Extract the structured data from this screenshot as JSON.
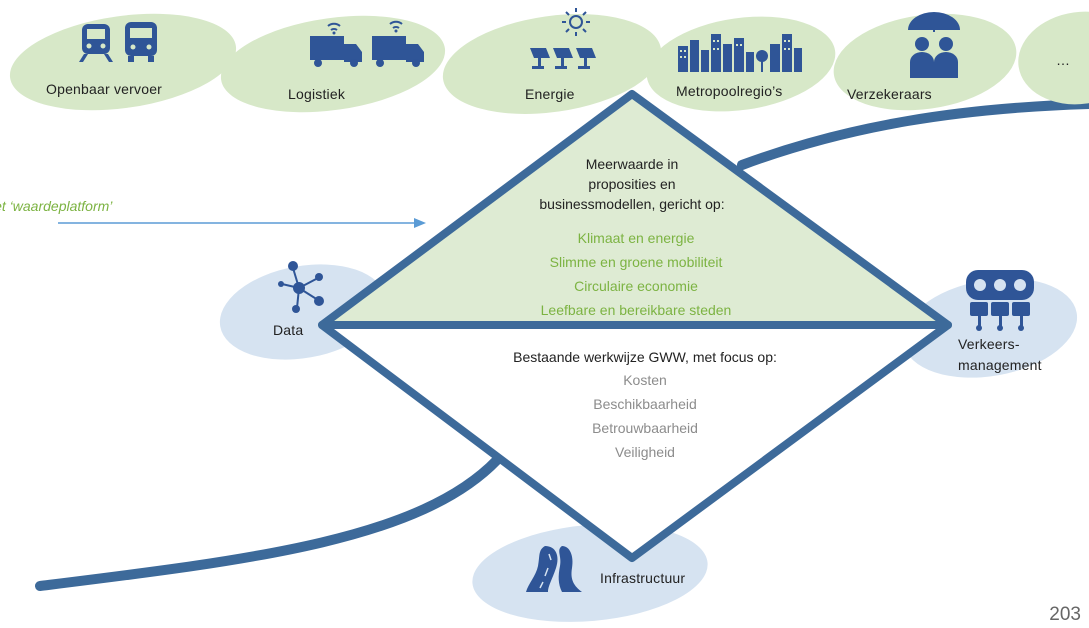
{
  "sectors": [
    {
      "label": "Openbaar  vervoer",
      "icon": "train-bus-icon"
    },
    {
      "label": "Logistiek",
      "icon": "connected-trucks-icon"
    },
    {
      "label": "Energie",
      "icon": "solar-panels-sun-icon"
    },
    {
      "label": "Metropoolregio’s",
      "icon": "city-skyline-icon"
    },
    {
      "label": "Verzekeraars",
      "icon": "umbrella-people-icon"
    },
    {
      "label": "…",
      "icon": ""
    }
  ],
  "value_platform_label": "Het  ‘waardeplatform’",
  "top_triangle": {
    "heading": [
      "Meerwaarde  in",
      "proposities  en",
      "businessmodellen,  gericht  op:"
    ],
    "items": [
      "Klimaat  en  energie",
      "Slimme  en  groene  mobiliteit",
      "Circulaire  economie",
      "Leefbare  en  bereikbare  steden"
    ]
  },
  "bottom_triangle": {
    "heading": "Bestaande  werkwijze  GWW,  met  focus  op:",
    "items": [
      "Kosten",
      "Beschikbaarheid",
      "Betrouwbaarheid",
      "Veiligheid"
    ]
  },
  "nodes": {
    "data": {
      "label": "Data",
      "icon": "network-nodes-icon"
    },
    "traffic": {
      "label_lines": [
        "Verkeers-",
        "management"
      ],
      "icon": "traffic-lights-icon"
    },
    "infra": {
      "label": "Infrastructuur",
      "icon": "road-icon"
    }
  },
  "page_number": "203",
  "colors": {
    "ellipse_green": "#d7e8c8",
    "ellipse_blue": "#d6e3f1",
    "icon_navy": "#2f5597",
    "line_navy": "#3d6a9a",
    "triangle_fill": "#deebd3",
    "accent_green": "#7cb342",
    "arrow_blue": "#5b9bd5"
  }
}
